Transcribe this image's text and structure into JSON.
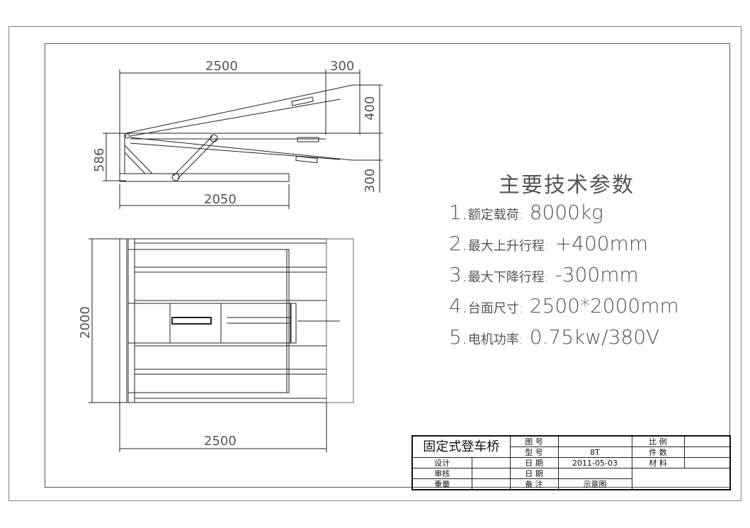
{
  "drawing": {
    "side_view_dims": {
      "length": "2500",
      "lip": "300",
      "rise": "400",
      "height": "586",
      "drop": "300",
      "base": "2050"
    },
    "plan_view_dims": {
      "width": "2000",
      "length": "2500"
    }
  },
  "specs": {
    "title": "主要技术参数",
    "items": [
      {
        "num": "1.",
        "label": "额定载荷:",
        "value": "8000kg"
      },
      {
        "num": "2.",
        "label": "最大上升行程:",
        "value": "+400mm"
      },
      {
        "num": "3.",
        "label": "最大下降行程:",
        "value": "-300mm"
      },
      {
        "num": "4.",
        "label": "台面尺寸:",
        "value": "2500*2000mm"
      },
      {
        "num": "5.",
        "label": "电机功率:",
        "value": "0.75kw/380V"
      }
    ]
  },
  "title_block": {
    "name": "固定式登车桥",
    "drawing_no_label": "图 号",
    "drawing_no": "",
    "model_label": "型 号",
    "model": "8T",
    "scale_label": "比 例",
    "scale": "",
    "qty_label": "件 数",
    "qty": "",
    "design_label": "设计",
    "design": "",
    "date_label": "日 期",
    "date": "2011-05-03",
    "material_label": "材 料",
    "material": "",
    "review_label": "审核",
    "review": "",
    "date2_label": "日 期",
    "date2": "",
    "weight_label": "重量",
    "weight": "",
    "note_label": "备 注",
    "note": "示意图"
  }
}
